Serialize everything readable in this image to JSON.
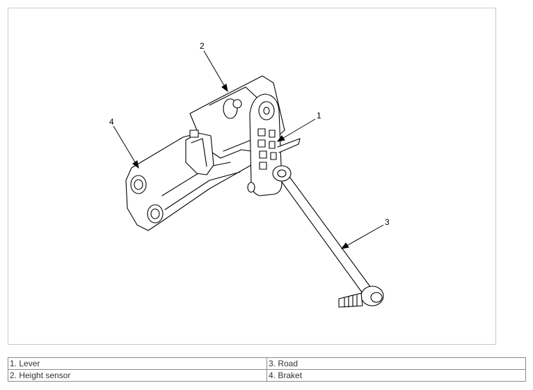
{
  "figure": {
    "callouts": [
      {
        "id": "1",
        "text": "1"
      },
      {
        "id": "2",
        "text": "2"
      },
      {
        "id": "3",
        "text": "3"
      },
      {
        "id": "4",
        "text": "4"
      }
    ]
  },
  "legend": {
    "rows": [
      [
        "1. Lever",
        "3. Road"
      ],
      [
        "2. Height sensor",
        "4. Braket"
      ]
    ]
  }
}
